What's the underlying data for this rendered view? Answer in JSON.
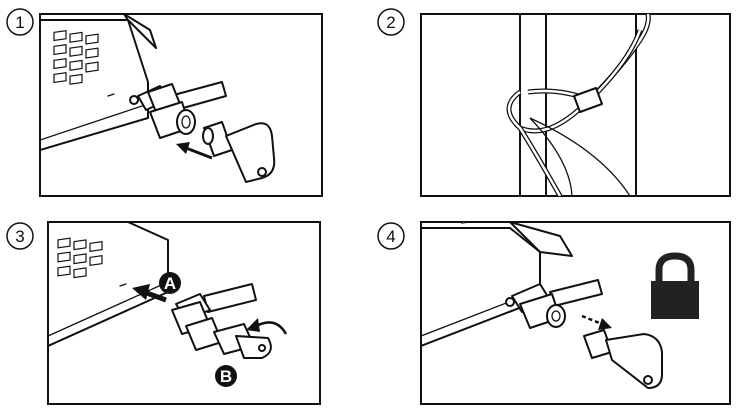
{
  "steps": [
    {
      "number": "1"
    },
    {
      "number": "2"
    },
    {
      "number": "3",
      "badges": [
        "A",
        "B"
      ]
    },
    {
      "number": "4"
    }
  ],
  "colors": {
    "ink": "#111111",
    "lock": "#222222",
    "background": "#ffffff"
  },
  "icons": [
    "padlock-icon",
    "arrow-icon",
    "curved-arrow-icon"
  ]
}
